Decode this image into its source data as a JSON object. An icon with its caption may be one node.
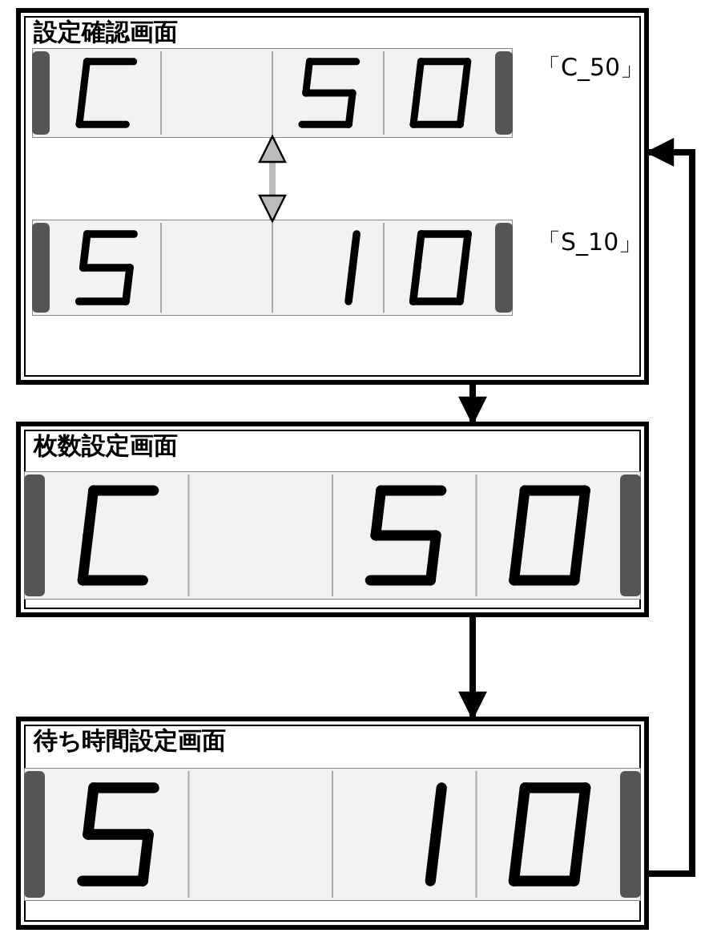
{
  "diagram": {
    "nodes": [
      {
        "text": [
          "設定確認画面"
        ]
      },
      {
        "text": [],
        "shape": "picture",
        "in": 0,
        "beside": [
          "「C_50」"
        ]
      },
      {
        "text": [],
        "shape": "picture",
        "in": 0,
        "beside": [
          "「S_10」"
        ]
      },
      {
        "text": [
          "枚数設定画面"
        ]
      },
      {
        "text": [
          "待ち時間設定画面"
        ]
      }
    ],
    "edges": [
      {
        "from": 1,
        "to": 2,
        "arrow": "both",
        "color": "#bbbbbb"
      },
      {
        "from": 0,
        "to": 3,
        "arrow": "to"
      },
      {
        "from": 3,
        "to": 4,
        "arrow": "to"
      },
      {
        "from": 4,
        "to": 0,
        "arrow": "to"
      }
    ]
  }
}
